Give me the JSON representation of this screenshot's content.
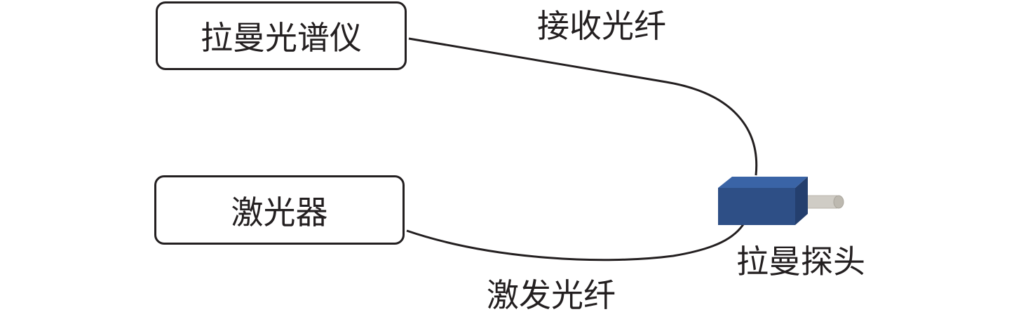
{
  "nodes": {
    "spectrometer": "拉曼光谱仪",
    "laser": "激光器",
    "probe": "拉曼探头"
  },
  "fibers": {
    "receive": "接收光纤",
    "excitation": "激发光纤"
  },
  "colors": {
    "line": "#231f20",
    "probe_front": "#2e4f86",
    "probe_top": "#3a64a6",
    "probe_side": "#243f6e",
    "rod": "#cfccc5"
  }
}
